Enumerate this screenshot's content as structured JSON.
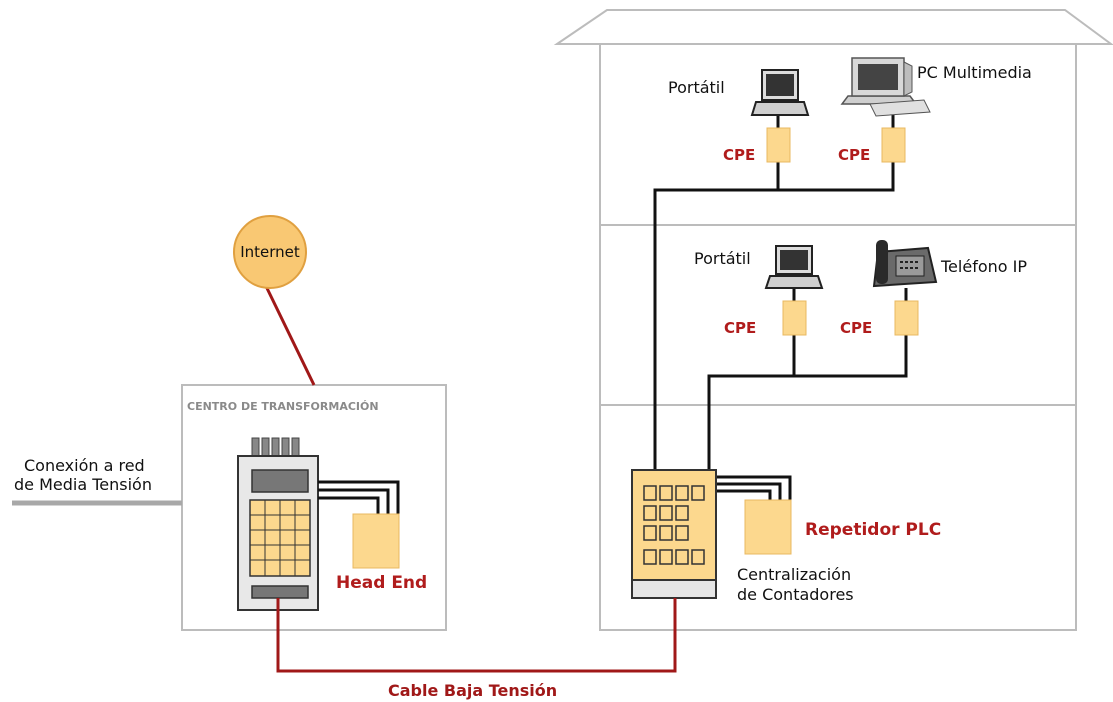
{
  "colors": {
    "cable_red": "#a01818",
    "label_red": "#b01c1c",
    "device_yellow": "#fcd88e",
    "internet_orange": "#f9c873",
    "line_gray": "#a8a8a8",
    "box_gray": "#bcbcbc"
  },
  "internet": {
    "label": "Internet"
  },
  "transformer_center": {
    "title": "CENTRO DE TRANSFORMACIÓN",
    "head_end_label": "Head End"
  },
  "medium_voltage": {
    "line1": "Conexión a red",
    "line2": "de Media Tensión"
  },
  "cable": {
    "label": "Cable Baja Tensión"
  },
  "building": {
    "floor_top": {
      "laptop_label": "Portátil",
      "pc_label": "PC Multimedia",
      "cpe_left": "CPE",
      "cpe_right": "CPE"
    },
    "floor_middle": {
      "laptop_label": "Portátil",
      "phone_label": "Teléfono IP",
      "cpe_left": "CPE",
      "cpe_right": "CPE"
    },
    "floor_bottom": {
      "repeater_label": "Repetidor PLC",
      "meters_line1": "Centralización",
      "meters_line2": "de Contadores"
    }
  }
}
